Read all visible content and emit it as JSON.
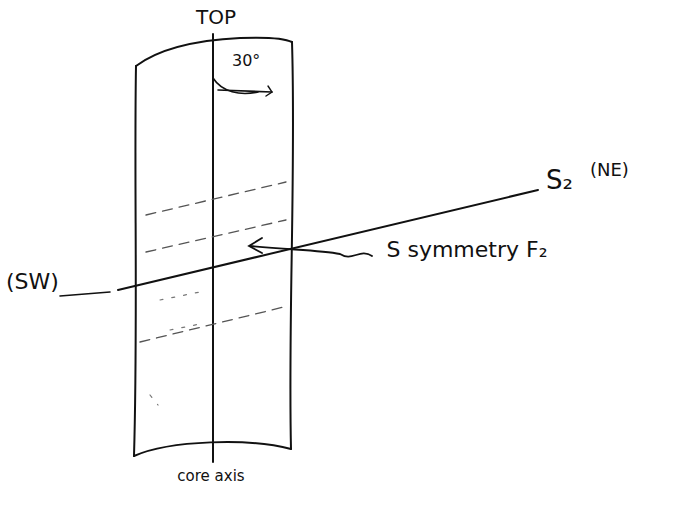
{
  "diagram": {
    "labels": [
      "TOP",
      "30°",
      "S₂",
      "(NE)",
      "(SW)",
      "S symmetry F₂",
      "core axis"
    ]
  }
}
